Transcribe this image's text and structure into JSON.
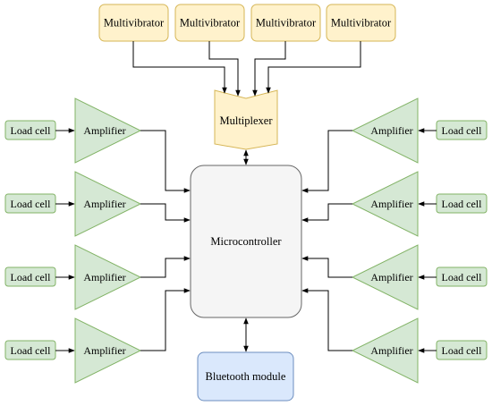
{
  "multivibrators": [
    "Multivibrator",
    "Multivibrator",
    "Multivibrator",
    "Multivibrator"
  ],
  "multiplexer": "Multiplexer",
  "microcontroller": "Microcontroller",
  "bluetooth": "Bluetooth module",
  "left_channels": [
    {
      "load_cell": "Load cell",
      "amplifier": "Amplifier"
    },
    {
      "load_cell": "Load cell",
      "amplifier": "Amplifier"
    },
    {
      "load_cell": "Load cell",
      "amplifier": "Amplifier"
    },
    {
      "load_cell": "Load cell",
      "amplifier": "Amplifier"
    }
  ],
  "right_channels": [
    {
      "load_cell": "Load cell",
      "amplifier": "Amplifier"
    },
    {
      "load_cell": "Load cell",
      "amplifier": "Amplifier"
    },
    {
      "load_cell": "Load cell",
      "amplifier": "Amplifier"
    },
    {
      "load_cell": "Load cell",
      "amplifier": "Amplifier"
    }
  ],
  "colors": {
    "multivibrator_fill": "#fff2cc",
    "multivibrator_stroke": "#d6b656",
    "green_fill": "#d5e8d4",
    "green_stroke": "#82b366",
    "micro_fill": "#f5f5f5",
    "micro_stroke": "#666666",
    "bt_fill": "#dae8fc",
    "bt_stroke": "#6c8ebf"
  }
}
